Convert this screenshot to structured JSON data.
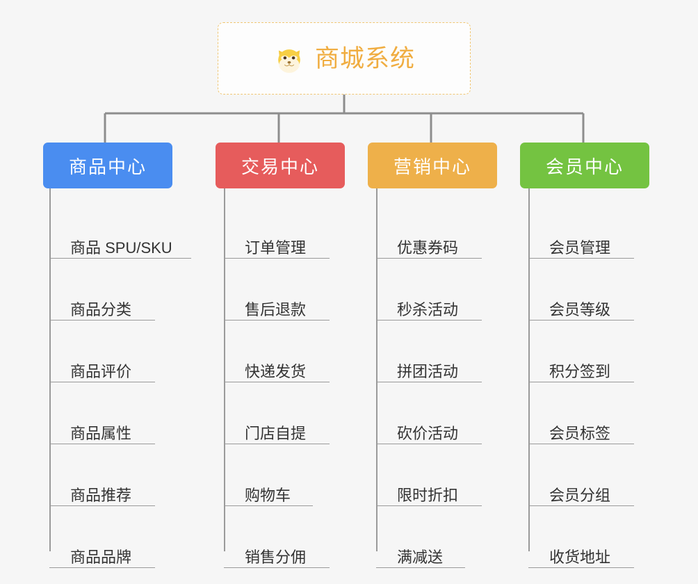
{
  "page": {
    "background": "#f6f6f6",
    "line_color": "#8d8d8d"
  },
  "root": {
    "title": "商城系统",
    "icon": "shiba-dog-icon",
    "text_color": "#f0ad41",
    "border_color": "#f0c674",
    "background": "#fdfdfd"
  },
  "columns": [
    {
      "header": "商品中心",
      "color": "#4a8df0",
      "items": [
        "商品 SPU/SKU",
        "商品分类",
        "商品评价",
        "商品属性",
        "商品推荐",
        "商品品牌"
      ]
    },
    {
      "header": "交易中心",
      "color": "#e65c5c",
      "items": [
        "订单管理",
        "售后退款",
        "快递发货",
        "门店自提",
        "购物车",
        "销售分佣"
      ]
    },
    {
      "header": "营销中心",
      "color": "#eeb04a",
      "items": [
        "优惠券码",
        "秒杀活动",
        "拼团活动",
        "砍价活动",
        "限时折扣",
        "满减送"
      ]
    },
    {
      "header": "会员中心",
      "color": "#74c341",
      "items": [
        "会员管理",
        "会员等级",
        "积分签到",
        "会员标签",
        "会员分组",
        "收货地址"
      ]
    }
  ]
}
